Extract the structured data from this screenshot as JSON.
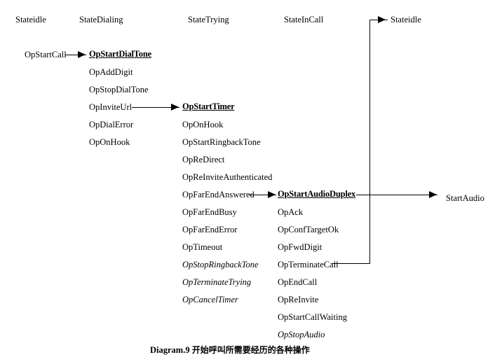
{
  "diagram": {
    "caption_prefix": "Diagram.9",
    "caption_text": "开始呼叫所需要经历的各种操作",
    "ink_color": "#000000",
    "background_color": "#ffffff"
  },
  "columns": [
    {
      "header": "Stateidle",
      "items": [
        {
          "label": "OpStartCall",
          "style": "normal"
        }
      ]
    },
    {
      "header": "StateDialing",
      "items": [
        {
          "label": "OpStartDialTone",
          "style": "entry"
        },
        {
          "label": "OpAddDigit",
          "style": "normal"
        },
        {
          "label": "OpStopDialTone",
          "style": "normal"
        },
        {
          "label": "OpInviteUrl",
          "style": "normal"
        },
        {
          "label": "OpDialError",
          "style": "normal"
        },
        {
          "label": "OpOnHook",
          "style": "normal"
        }
      ]
    },
    {
      "header": "StateTrying",
      "items": [
        {
          "label": "OpStartTimer",
          "style": "entry"
        },
        {
          "label": "OpOnHook",
          "style": "normal"
        },
        {
          "label": "OpStartRingbackTone",
          "style": "normal"
        },
        {
          "label": "OpReDirect",
          "style": "normal"
        },
        {
          "label": "OpReInviteAuthenticated",
          "style": "normal"
        },
        {
          "label": "OpFarEndAnswered",
          "style": "normal"
        },
        {
          "label": "OpFarEndBusy",
          "style": "normal"
        },
        {
          "label": "OpFarEndError",
          "style": "normal"
        },
        {
          "label": "OpTimeout",
          "style": "normal"
        },
        {
          "label": "OpStopRingbackTone",
          "style": "italic"
        },
        {
          "label": "OpTerminateTrying",
          "style": "italic"
        },
        {
          "label": "OpCancelTimer",
          "style": "italic"
        }
      ]
    },
    {
      "header": "StateInCall",
      "items": [
        {
          "label": "OpStartAudioDuplex",
          "style": "entry"
        },
        {
          "label": "OpAck",
          "style": "normal"
        },
        {
          "label": "OpConfTargetOk",
          "style": "normal"
        },
        {
          "label": "OpFwdDigit",
          "style": "normal"
        },
        {
          "label": "OpTerminateCall",
          "style": "normal"
        },
        {
          "label": "OpEndCall",
          "style": "normal"
        },
        {
          "label": "OpReInvite",
          "style": "normal"
        },
        {
          "label": "OpStartCallWaiting",
          "style": "normal"
        },
        {
          "label": "OpStopAudio",
          "style": "italic"
        }
      ]
    }
  ],
  "targets": {
    "return_state": "Stateidle",
    "audio_state": "StartAudio"
  },
  "transitions": [
    {
      "from": "OpStartCall",
      "to": "OpStartDialTone"
    },
    {
      "from": "OpInviteUrl",
      "to": "OpStartTimer"
    },
    {
      "from": "OpFarEndAnswered",
      "to": "OpStartAudioDuplex"
    },
    {
      "from": "OpStartAudioDuplex",
      "to": "StartAudio"
    },
    {
      "from": "OpTerminateCall",
      "to": "Stateidle"
    }
  ]
}
